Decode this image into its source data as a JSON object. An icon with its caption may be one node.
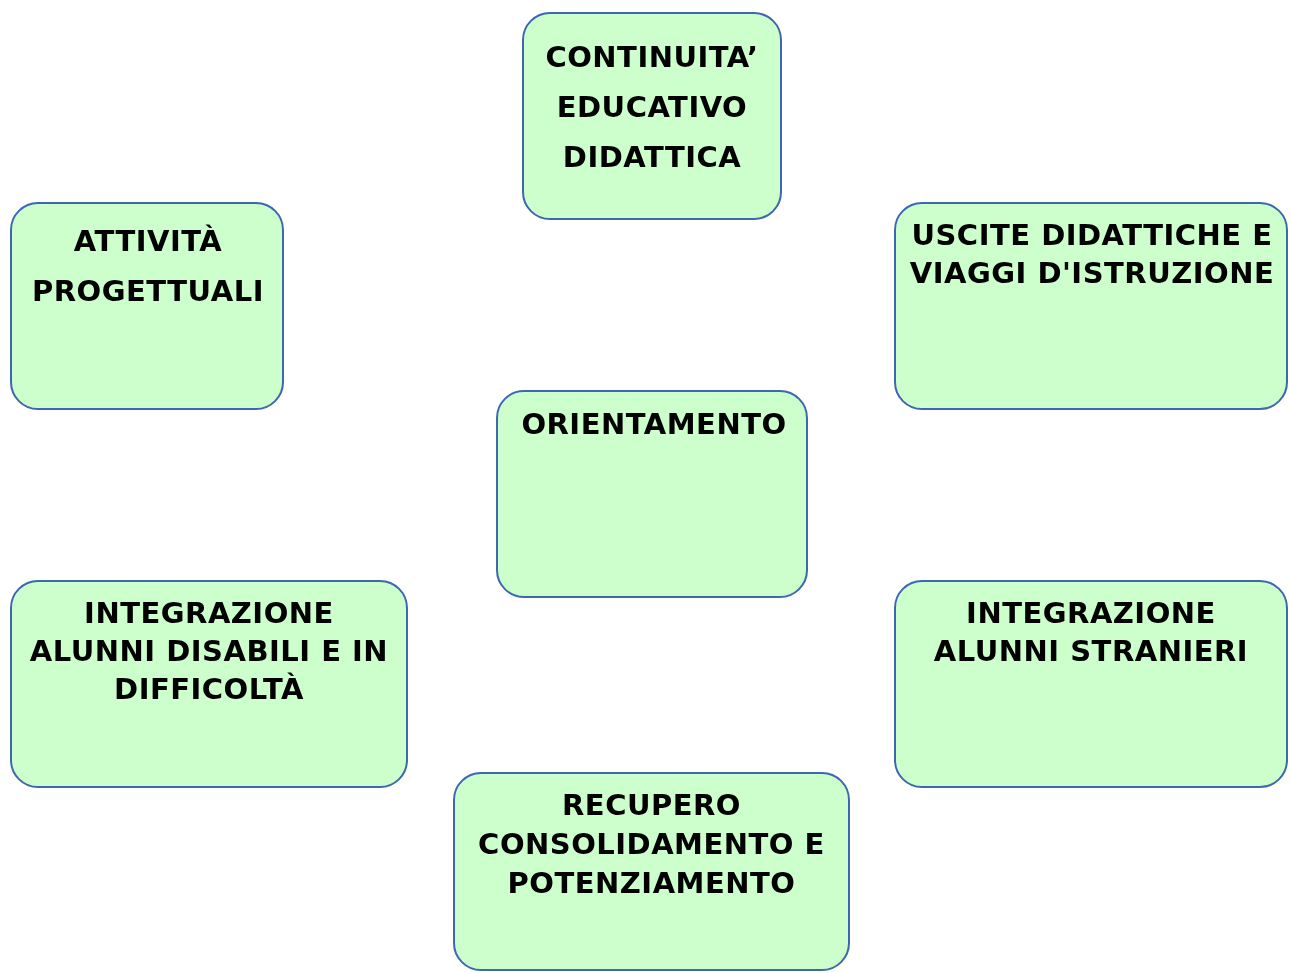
{
  "diagram": {
    "nodes": [
      {
        "text": [
          "CONTINUITA’ EDUCATIVO DIDATTICA"
        ]
      },
      {
        "text": [
          "ATTIVITÀ PROGETTUALI"
        ]
      },
      {
        "text": [
          "USCITE DIDATTICHE E VIAGGI D'ISTRUZIONE"
        ]
      },
      {
        "text": [
          "ORIENTAMENTO"
        ]
      },
      {
        "text": [
          "INTEGRAZIONE ALUNNI DISABILI E IN DIFFICOLTÀ"
        ]
      },
      {
        "text": [
          "INTEGRAZIONE ALUNNI STRANIERI"
        ]
      },
      {
        "text": [
          "RECUPERO CONSOLIDAMENTO E POTENZIAMENTO"
        ]
      }
    ]
  }
}
